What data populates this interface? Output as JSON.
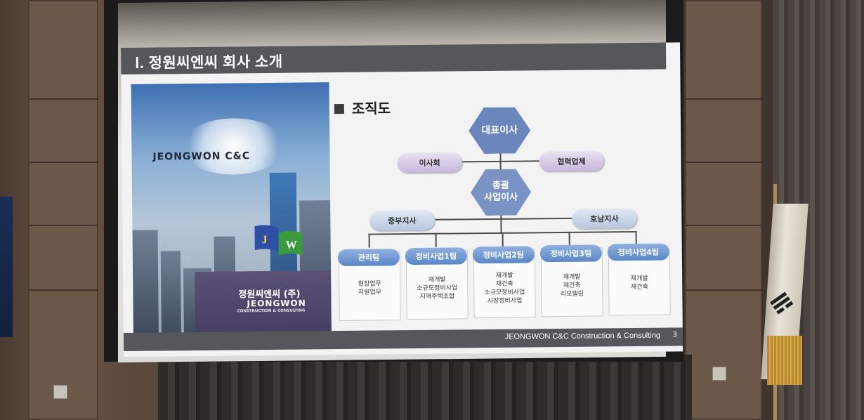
{
  "slide": {
    "title": "Ⅰ. 정원씨엔씨 회사 소개",
    "org_heading": "조직도",
    "footer": "JEONGWON C&C  Construction & Consulting",
    "page_number": "3"
  },
  "cover": {
    "logo_text": "JEONGWON C&C",
    "logo_letters": [
      "J",
      "W"
    ],
    "company_kr": "정원씨엔씨 (주)",
    "company_en": "JEONGWON",
    "company_sub": "CONSTRUCTION & CONSULTING"
  },
  "org": {
    "ceo": "대표이사",
    "board": "이사회",
    "partners": "협력업체",
    "director_line1": "총괄",
    "director_line2": "사업이사",
    "central_branch": "중부지사",
    "honam_branch": "호남지사",
    "teams": [
      {
        "name": "관리팀",
        "duties": [
          "현장업무",
          "지원업무"
        ]
      },
      {
        "name": "정비사업1팀",
        "duties": [
          "재개발",
          "소규모정비사업",
          "지역주택조합"
        ]
      },
      {
        "name": "정비사업2팀",
        "duties": [
          "재개발",
          "재건축",
          "소규모정비사업",
          "시장정비사업"
        ]
      },
      {
        "name": "정비사업3팀",
        "duties": [
          "재개발",
          "재건축",
          "리모델링"
        ]
      },
      {
        "name": "정비사업4팀",
        "duties": [
          "재개발",
          "재건축"
        ]
      }
    ]
  },
  "colors": {
    "title_bar": "#56575b",
    "hexagon": "#7a93c4",
    "team_header": "#5b87c6"
  }
}
